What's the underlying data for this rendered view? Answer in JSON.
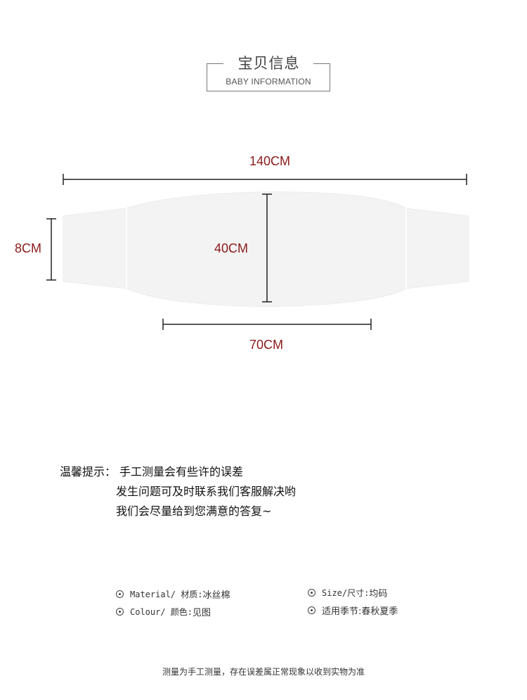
{
  "header": {
    "title_zh": "宝贝信息",
    "title_en": "BABY INFORMATION"
  },
  "dimensions": {
    "total_length": "140CM",
    "end_width": "8CM",
    "center_width": "40CM",
    "center_length": "70CM"
  },
  "tips": {
    "label": "温馨提示：",
    "line1": "手工测量会有些许的误差",
    "line2": "发生问题可及时联系我们客服解决哟",
    "line3": "我们会尽量给到您满意的答复~"
  },
  "specs": {
    "material_label": "Material/ 材质:",
    "material_value": "冰丝棉",
    "size_label": "Size/尺寸:",
    "size_value": "均码",
    "colour_label": "Colour/ 颜色:",
    "colour_value": "见图",
    "season_label": "适用季节:",
    "season_value": "春秋夏季"
  },
  "footer": {
    "note": "测量为手工测量，存在误差属正常现象以收到实物为准"
  },
  "colors": {
    "dimension_text": "#8a1a1a",
    "garment_fill": "#f3f3f3"
  }
}
